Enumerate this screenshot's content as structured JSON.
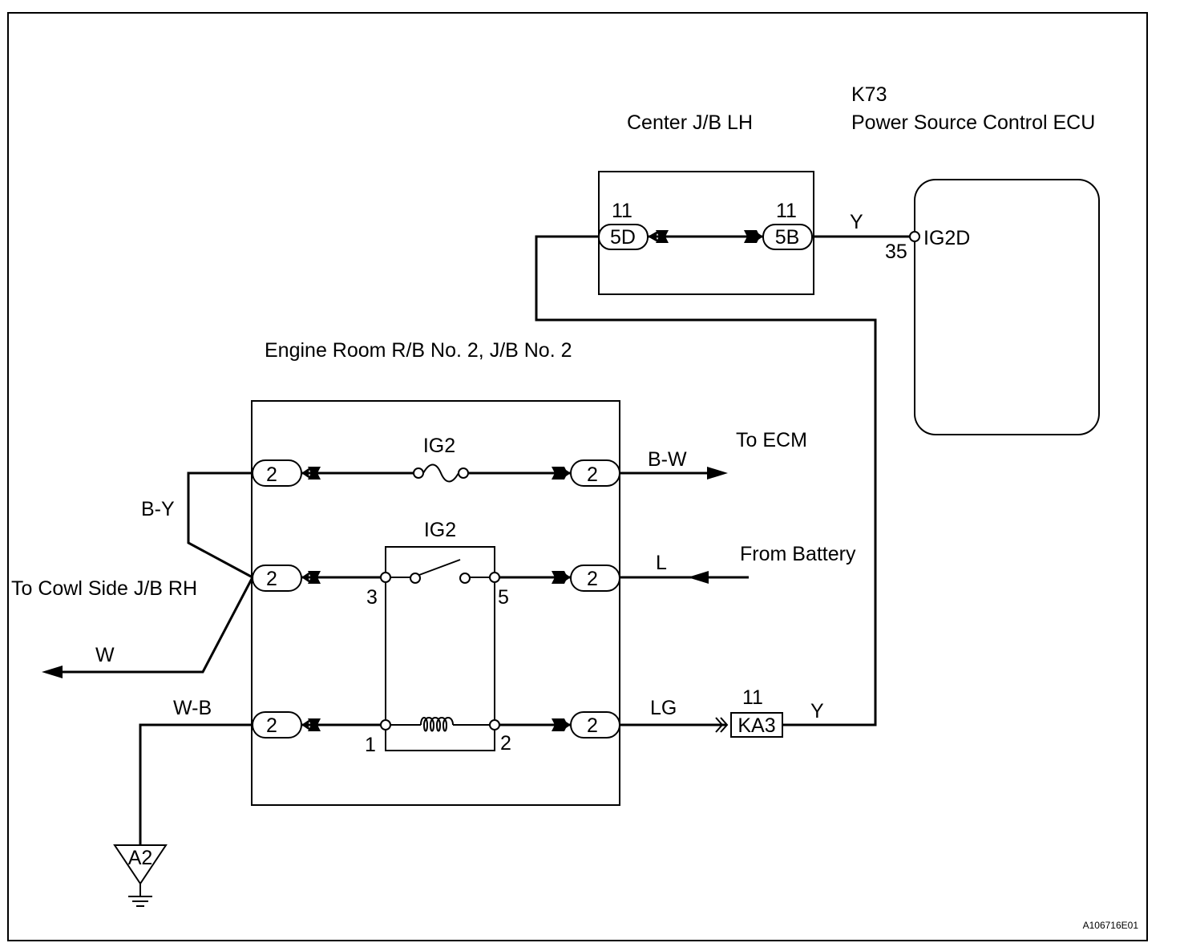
{
  "ecu": {
    "code": "K73",
    "name": "Power Source Control ECU",
    "terminal": "IG2D",
    "pin": "35"
  },
  "center_jb": {
    "title": "Center J/B LH",
    "left_pin": "11",
    "left_conn": "5D",
    "right_pin": "11",
    "right_conn": "5B"
  },
  "engine_rb": {
    "title": "Engine Room R/B No. 2, J/B No. 2",
    "fuse_label": "IG2",
    "relay_label": "IG2",
    "conn_label": "2",
    "relay_pins": {
      "p3": "3",
      "p5": "5",
      "p1": "1",
      "p2": "2"
    }
  },
  "wires": {
    "y_top": "Y",
    "b_y": "B-Y",
    "w": "W",
    "w_b": "W-B",
    "b_w": "B-W",
    "l": "L",
    "lg": "LG",
    "y_bottom": "Y"
  },
  "destinations": {
    "to_ecm": "To ECM",
    "from_battery": "From Battery",
    "to_cowl": "To Cowl Side J/B RH"
  },
  "ka3": {
    "pin": "11",
    "label": "KA3"
  },
  "ground": {
    "label": "A2"
  },
  "figure_id": "A106716E01"
}
